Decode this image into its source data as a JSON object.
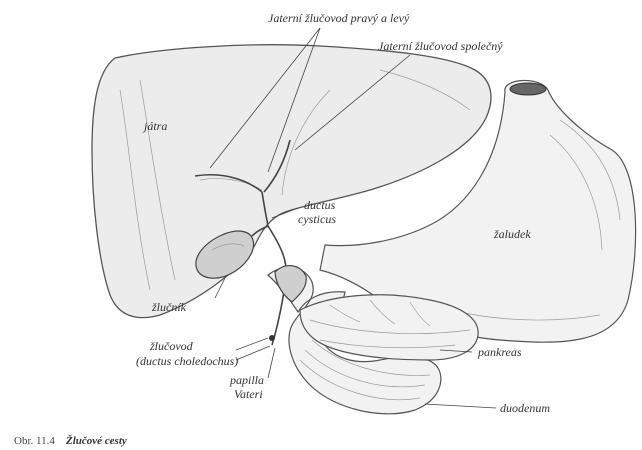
{
  "labels": {
    "hepatic_ducts": "Jaterní žlučovod pravý a levý",
    "common_hepatic_duct": "Jaterní žlučovod společný",
    "liver": "játra",
    "cystic_duct_line1": "ductus",
    "cystic_duct_line2": "cysticus",
    "stomach": "žaludek",
    "gallbladder": "žlučník",
    "bile_duct_line1": "žlučovod",
    "bile_duct_line2": "(ductus choledochus)",
    "papilla_line1": "papilla",
    "papilla_line2": "Vateri",
    "pancreas": "pankreas",
    "duodenum": "duodenum"
  },
  "caption": {
    "number": "Obr. 11.4",
    "title": "Žlučové cesty"
  }
}
